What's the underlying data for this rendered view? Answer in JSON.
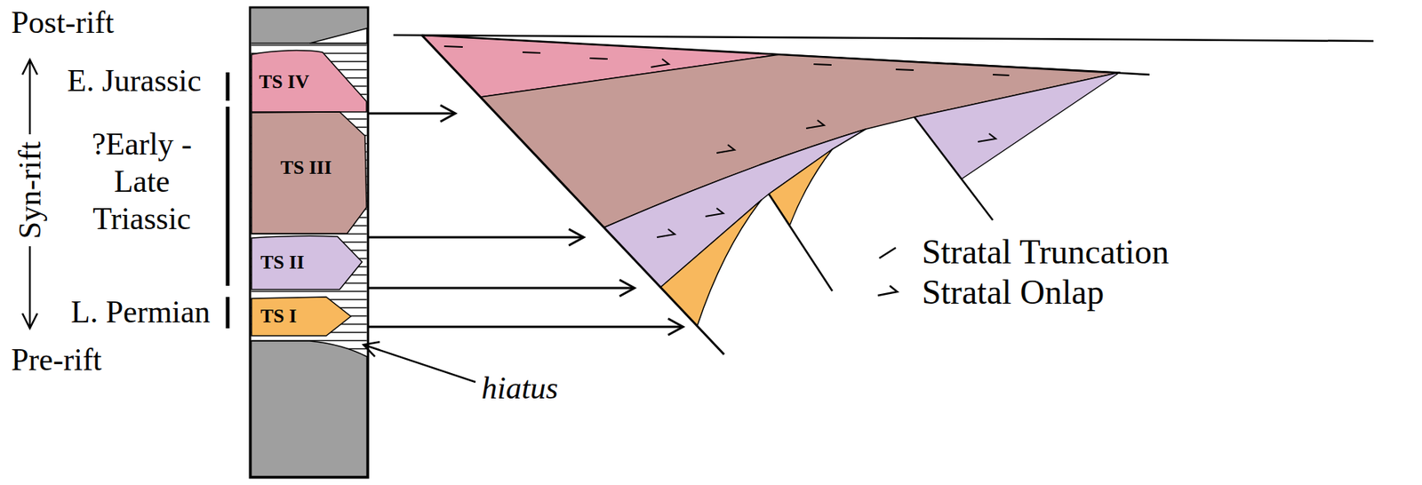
{
  "diagram": {
    "nodes": [
      {
        "text": [
          "TS IV"
        ]
      },
      {
        "text": [
          "TS III"
        ]
      },
      {
        "text": [
          "TS II"
        ]
      },
      {
        "text": [
          "TS I"
        ]
      }
    ],
    "labels": [
      "Post-rift",
      "E. Jurassic",
      "Syn-rift",
      "?Early - Late Triassic",
      "L. Permian",
      "Pre-rift",
      "hiatus"
    ],
    "legend": [
      {
        "text": "Stratal Truncation"
      },
      {
        "text": "Stratal Onlap"
      }
    ]
  }
}
